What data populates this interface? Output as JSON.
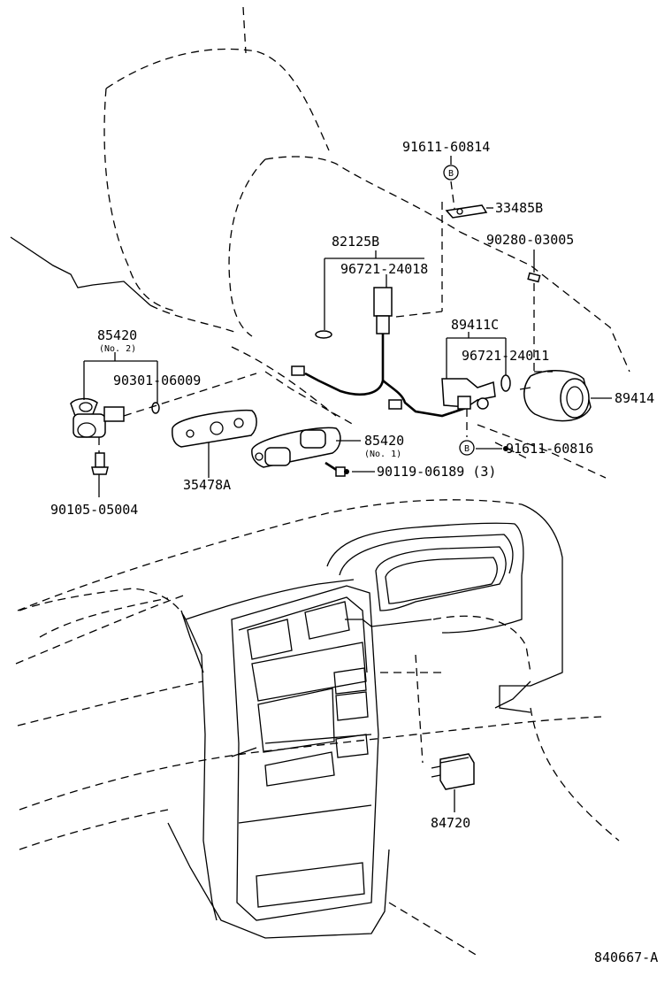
{
  "labels": {
    "p91611_60814": "91611-60814",
    "p33485B": "33485B",
    "p90280_03005": "90280-03005",
    "p82125B": "82125B",
    "p96721_24018": "96721-24018",
    "p89411C": "89411C",
    "p96721_24011": "96721-24011",
    "p89414": "89414",
    "p85420_no2": "85420",
    "no2": "(No. 2)",
    "p90301_06009": "90301-06009",
    "p85420_no1": "85420",
    "no1": "(No. 1)",
    "p91611_60816": "91611-60816",
    "p90119_06189": "90119-06189 (3)",
    "p35478A": "35478A",
    "p90105_05004": "90105-05004",
    "p84720": "84720",
    "diagram_code": "840667-A",
    "bolt_marker_1": "B",
    "bolt_marker_2": "B"
  }
}
